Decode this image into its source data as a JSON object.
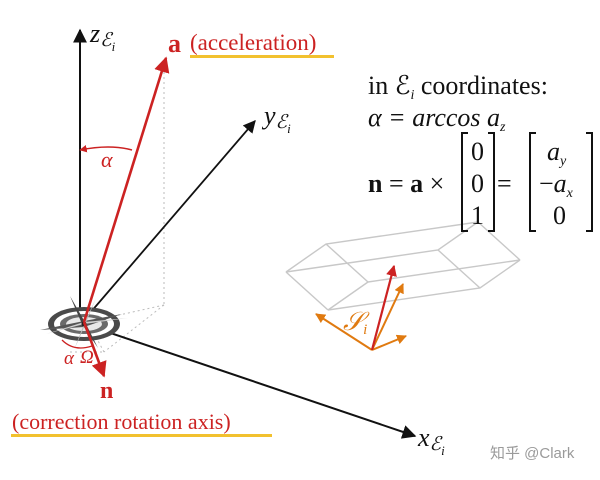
{
  "axes": {
    "z": {
      "letter": "z",
      "sub": "ℰ",
      "subsub": "i"
    },
    "y": {
      "letter": "y",
      "sub": "ℰ",
      "subsub": "i"
    },
    "x": {
      "letter": "x",
      "sub": "ℰ",
      "subsub": "i"
    }
  },
  "vectors": {
    "a": {
      "symbol": "a",
      "caption": "(acceleration)"
    },
    "n": {
      "symbol": "n",
      "caption": "(correction rotation axis)"
    }
  },
  "angles": {
    "alpha_top": "α",
    "alpha_bottom": "α",
    "omega": "Ω"
  },
  "equations": {
    "header": "in ℰ",
    "header_sub": "i",
    "header_tail": " coordinates:",
    "alpha_lhs": "α = arccos ",
    "alpha_a": "a",
    "alpha_sub": "z",
    "n_lhs": "n",
    "n_mid": " = ",
    "n_a": "a",
    "n_times": " × ",
    "n_eq": " = ",
    "col1": [
      "0",
      "0",
      "1"
    ],
    "col2": [
      {
        "sign": "",
        "letter": "a",
        "sub": "y"
      },
      {
        "sign": "−",
        "letter": "a",
        "sub": "x"
      },
      {
        "sign": "",
        "letter": "0",
        "sub": ""
      }
    ]
  },
  "inset": {
    "label": "𝒮",
    "label_sub": "i"
  },
  "watermark": "知乎 @Clark",
  "colors": {
    "axis": "#111111",
    "vector": "#cc2222",
    "frame": "#e07a10",
    "underline": "#f2c12e",
    "box": "#c8c8c8"
  }
}
